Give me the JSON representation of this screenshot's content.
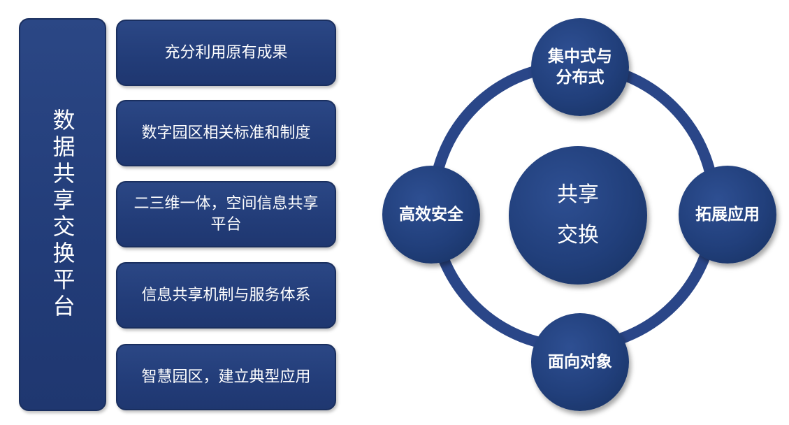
{
  "left_panel": {
    "title": "数据共享交换平台",
    "items": [
      "充分利用原有成果",
      "数字园区相关标准和制度",
      "二三维一体，空间信息共享平台",
      "信息共享机制与服务体系",
      "智慧园区，建立典型应用"
    ]
  },
  "cycle": {
    "center": "共享交换",
    "nodes": {
      "top": "集中式与分布式",
      "right": "拓展应用",
      "bottom": "面向对象",
      "left": "高效安全"
    }
  },
  "colors": {
    "box_fill": "#223c78",
    "box_border": "#1a2f5f",
    "circle_fill": "#213f7b",
    "ring": "#2a4688",
    "text": "#ffffff"
  }
}
